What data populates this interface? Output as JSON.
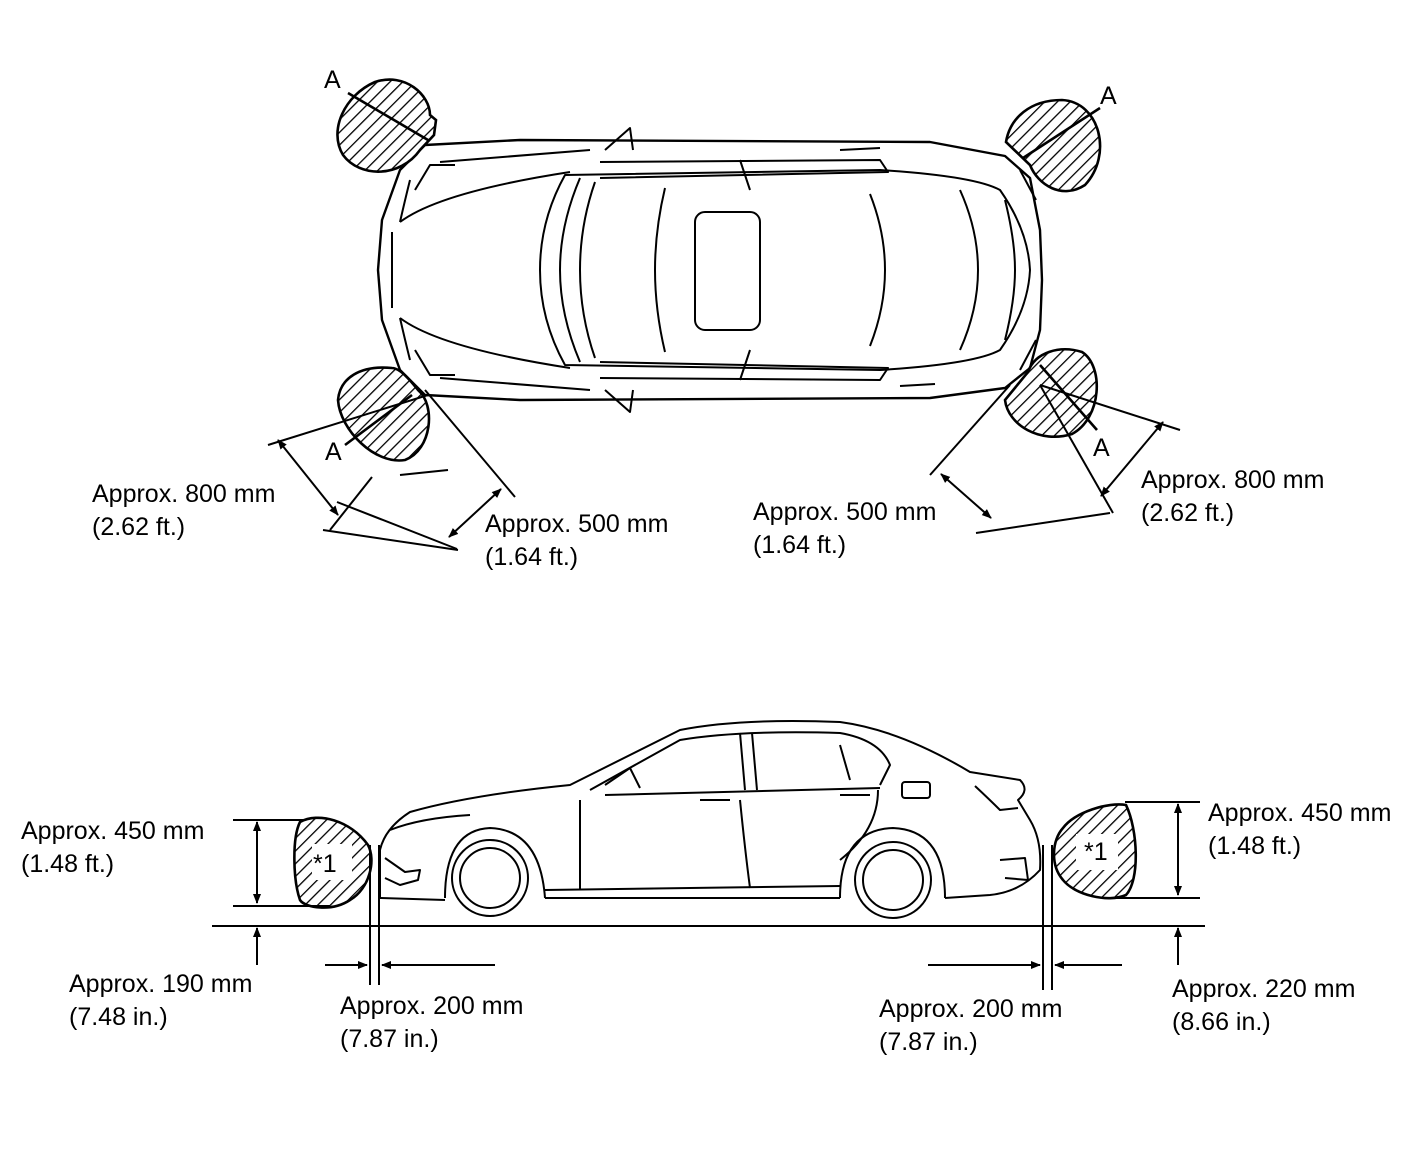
{
  "diagram": {
    "top_view": {
      "zone_marker": "A",
      "front_left_800": {
        "metric": "Approx. 800 mm",
        "imperial": "(2.62 ft.)"
      },
      "front_left_500": {
        "metric": "Approx. 500 mm",
        "imperial": "(1.64 ft.)"
      },
      "rear_left_500": {
        "metric": "Approx. 500 mm",
        "imperial": "(1.64 ft.)"
      },
      "rear_left_800": {
        "metric": "Approx. 800 mm",
        "imperial": "(2.62 ft.)"
      }
    },
    "side_view": {
      "zone_marker": "*1",
      "front_height": {
        "metric": "Approx. 450 mm",
        "imperial": "(1.48 ft.)"
      },
      "front_ground": {
        "metric": "Approx. 190 mm",
        "imperial": "(7.48 in.)"
      },
      "front_gap": {
        "metric": "Approx. 200 mm",
        "imperial": "(7.87 in.)"
      },
      "rear_gap": {
        "metric": "Approx. 200 mm",
        "imperial": "(7.87 in.)"
      },
      "rear_height": {
        "metric": "Approx. 450 mm",
        "imperial": "(1.48 ft.)"
      },
      "rear_ground": {
        "metric": "Approx. 220 mm",
        "imperial": "(8.66 in.)"
      }
    }
  }
}
